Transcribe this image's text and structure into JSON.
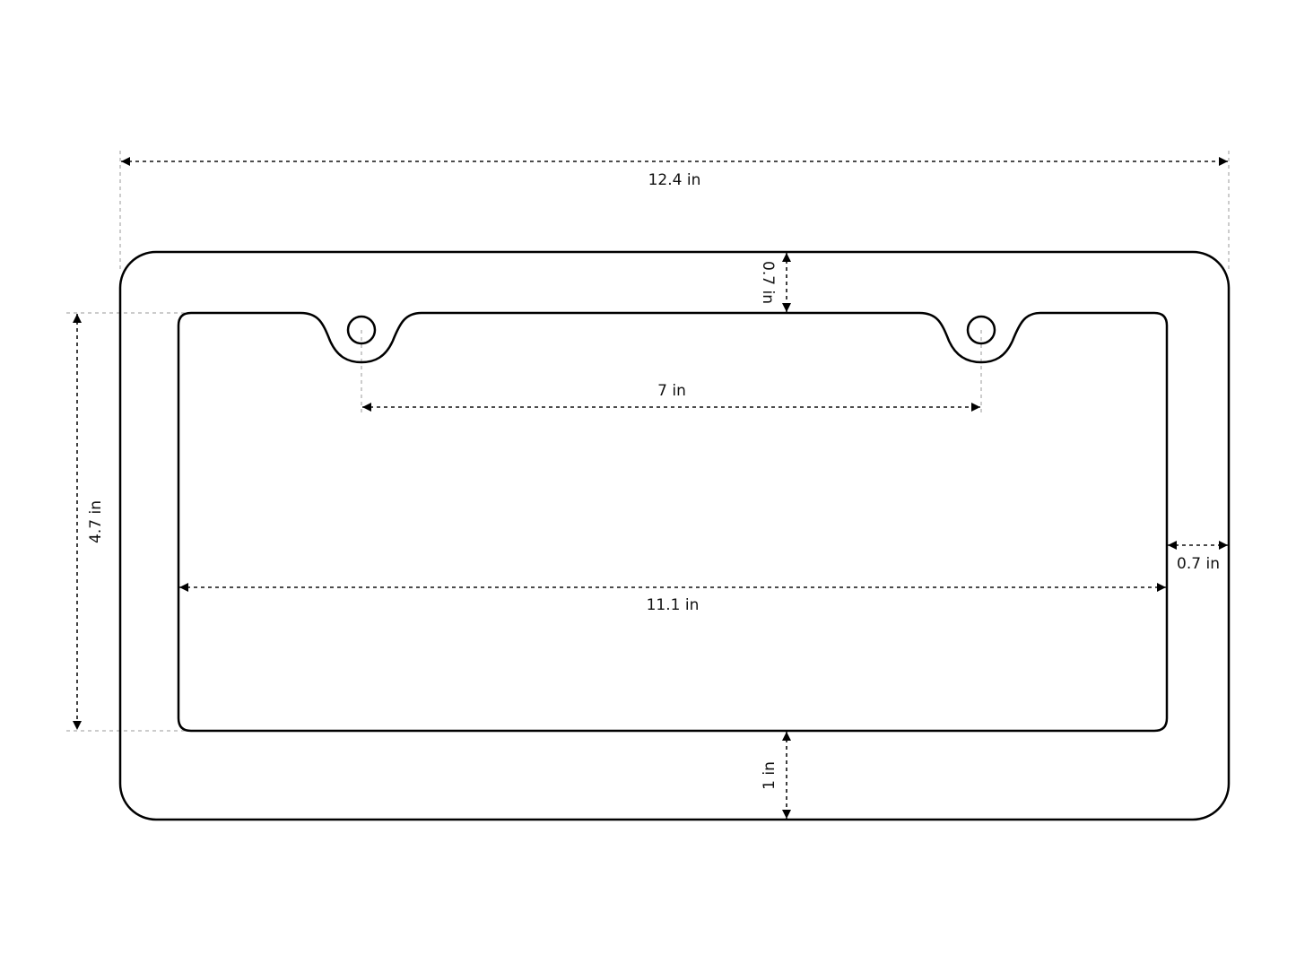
{
  "diagram": {
    "units": "in",
    "dimensions": {
      "overall_width": "12.4 in",
      "top_border": "0.7 in",
      "hole_spacing": "7 in",
      "opening_height": "4.7 in",
      "opening_width": "11.1 in",
      "side_border": "0.7 in",
      "bottom_border": "1 in"
    },
    "colors": {
      "outline": "#000000",
      "dimension": "#111111",
      "extension": "#999999"
    }
  }
}
